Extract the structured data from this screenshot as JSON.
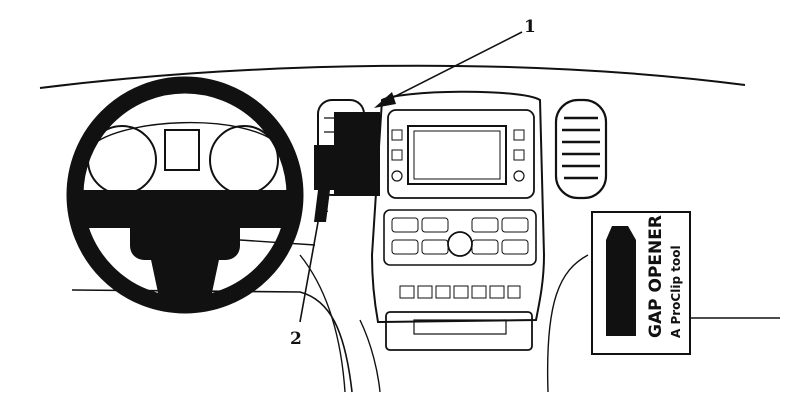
{
  "callouts": [
    {
      "label": "1"
    },
    {
      "label": "2"
    }
  ],
  "gap_opener": {
    "title": "GAP OPENER",
    "subtitle": "A ProClip tool"
  },
  "colors": {
    "ink": "#111111",
    "background": "#ffffff"
  }
}
